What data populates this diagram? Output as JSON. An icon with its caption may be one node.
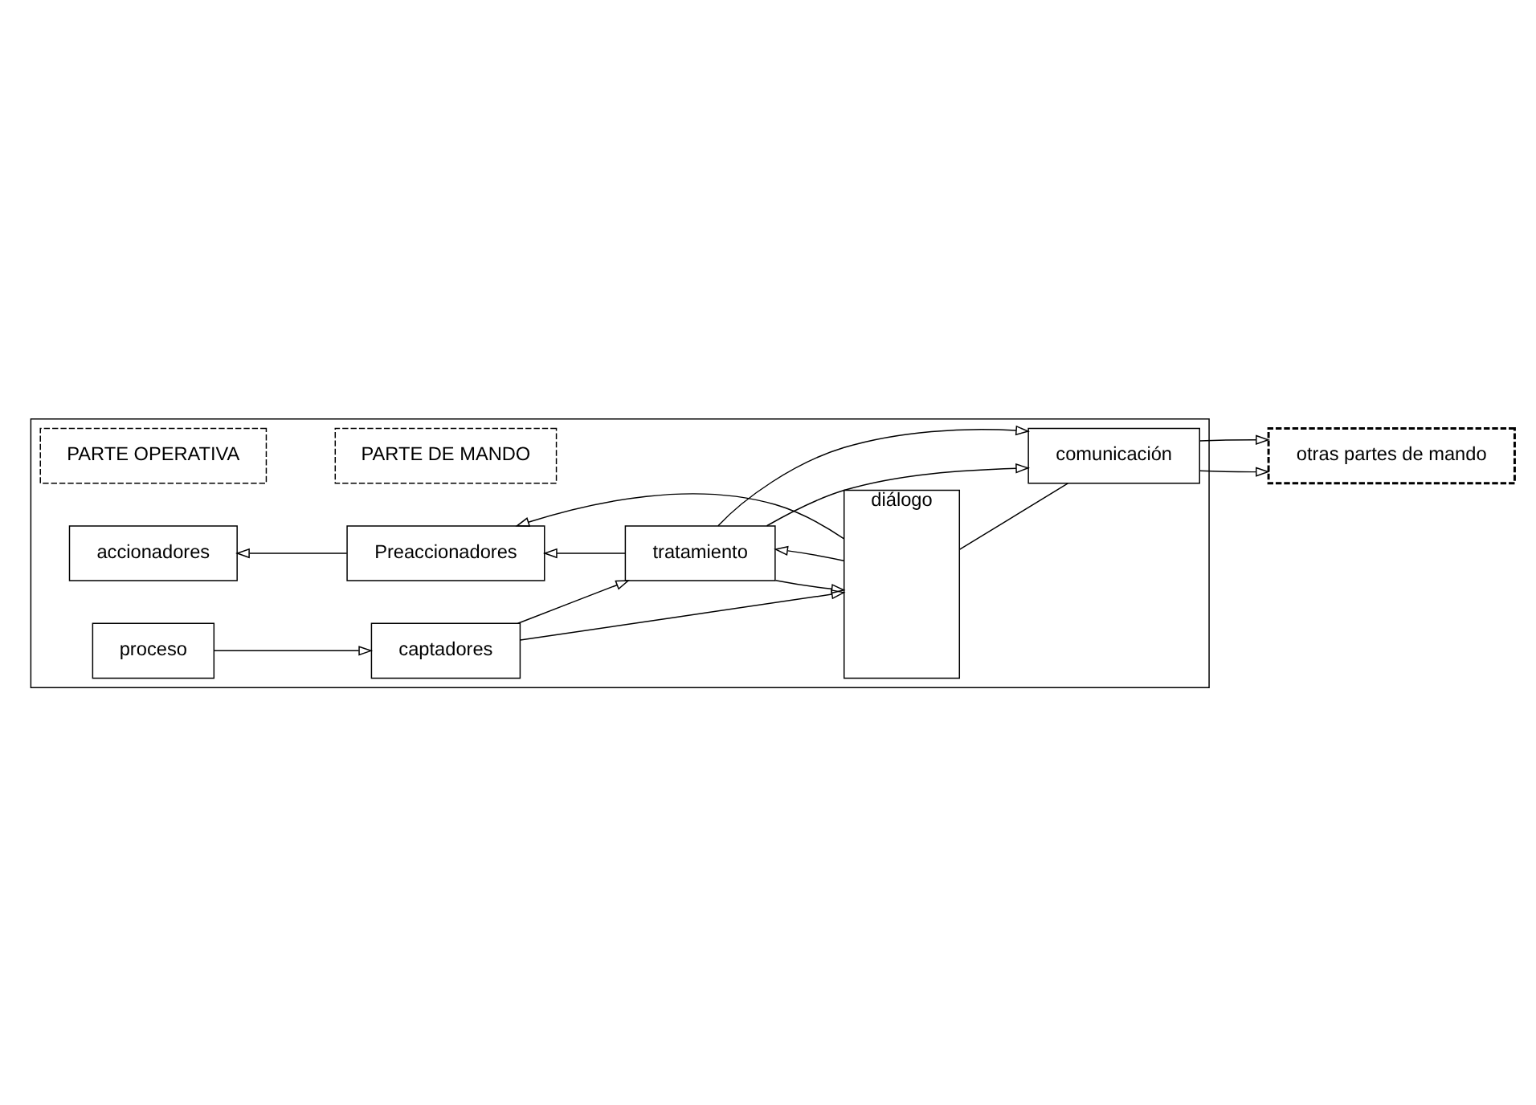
{
  "diagram": {
    "nodes": [
      {
        "text": [],
        "shape": "box"
      },
      {
        "text": [
          "PARTE OPERATIVA"
        ],
        "in": 0
      },
      {
        "text": [
          "PARTE DE MANDO"
        ],
        "in": 0
      },
      {
        "text": [
          "accionadores"
        ],
        "in": 0
      },
      {
        "text": [
          "Preaccionadores"
        ],
        "in": 0
      },
      {
        "text": [
          "proceso"
        ],
        "in": 0
      },
      {
        "text": [
          "captadores"
        ],
        "in": 0
      },
      {
        "text": [
          "tratamiento"
        ],
        "in": 0
      },
      {
        "text": [
          "diálogo"
        ],
        "in": 0
      },
      {
        "text": [
          "comunicación"
        ],
        "in": 0
      },
      {
        "text": [
          "otras partes de mando"
        ]
      }
    ],
    "edges": [
      {
        "from": 4,
        "to": 3,
        "arrow": "to"
      },
      {
        "from": 8,
        "to": 4,
        "arrow": "to"
      },
      {
        "from": 7,
        "to": 4,
        "arrow": "to"
      },
      {
        "from": 8,
        "to": 7,
        "arrow": "to"
      },
      {
        "from": 5,
        "to": 6,
        "arrow": "to"
      },
      {
        "from": 6,
        "to": 7,
        "arrow": "to"
      },
      {
        "from": 7,
        "to": 8,
        "arrow": "to"
      },
      {
        "from": 6,
        "to": 8,
        "arrow": "to"
      },
      {
        "from": 7,
        "to": 9,
        "arrow": "to"
      },
      {
        "from": 7,
        "to": 9,
        "arrow": "to"
      },
      {
        "from": 8,
        "to": 9,
        "arrow": "none"
      },
      {
        "from": 9,
        "to": 10,
        "arrow": "to"
      },
      {
        "from": 9,
        "to": 10,
        "arrow": "to"
      }
    ]
  }
}
